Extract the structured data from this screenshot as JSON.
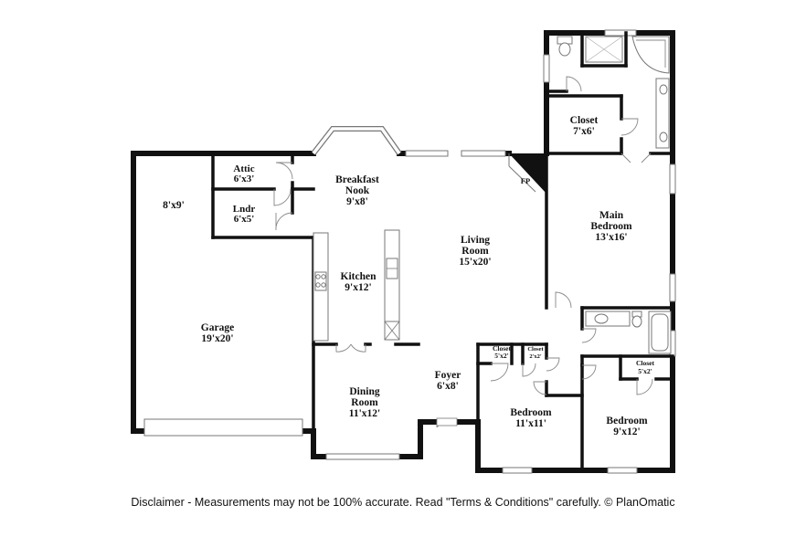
{
  "rooms": {
    "garage_storage": {
      "dims": "8'x9'"
    },
    "attic": {
      "name": "Attic",
      "dims": "6'x3'"
    },
    "laundry": {
      "name": "Lndr",
      "dims": "6'x5'"
    },
    "breakfast_nook": {
      "name_line1": "Breakfast",
      "name_line2": "Nook",
      "dims": "9'x8'"
    },
    "kitchen": {
      "name": "Kitchen",
      "dims": "9'x12'"
    },
    "garage": {
      "name": "Garage",
      "dims": "19'x20'"
    },
    "living_room": {
      "name_line1": "Living",
      "name_line2": "Room",
      "dims": "15'x20'"
    },
    "fireplace": {
      "name": "FP"
    },
    "main_closet": {
      "name": "Closet",
      "dims": "7'x6'"
    },
    "main_bedroom": {
      "name_line1": "Main",
      "name_line2": "Bedroom",
      "dims": "13'x16'"
    },
    "dining_room": {
      "name_line1": "Dining",
      "name_line2": "Room",
      "dims": "11'x12'"
    },
    "foyer": {
      "name": "Foyer",
      "dims": "6'x8'"
    },
    "closet_a": {
      "name": "Closet",
      "dims": "5'x2'"
    },
    "closet_b": {
      "name": "Closet",
      "dims": "2'x2'"
    },
    "bedroom_2": {
      "name": "Bedroom",
      "dims": "11'x11'"
    },
    "closet_c": {
      "name": "Closet",
      "dims": "5'x2'"
    },
    "bedroom_3": {
      "name": "Bedroom",
      "dims": "9'x12'"
    }
  },
  "disclaimer": "Disclaimer - Measurements may not be 100% accurate. Read \"Terms & Conditions\" carefully. © PlanOmatic"
}
